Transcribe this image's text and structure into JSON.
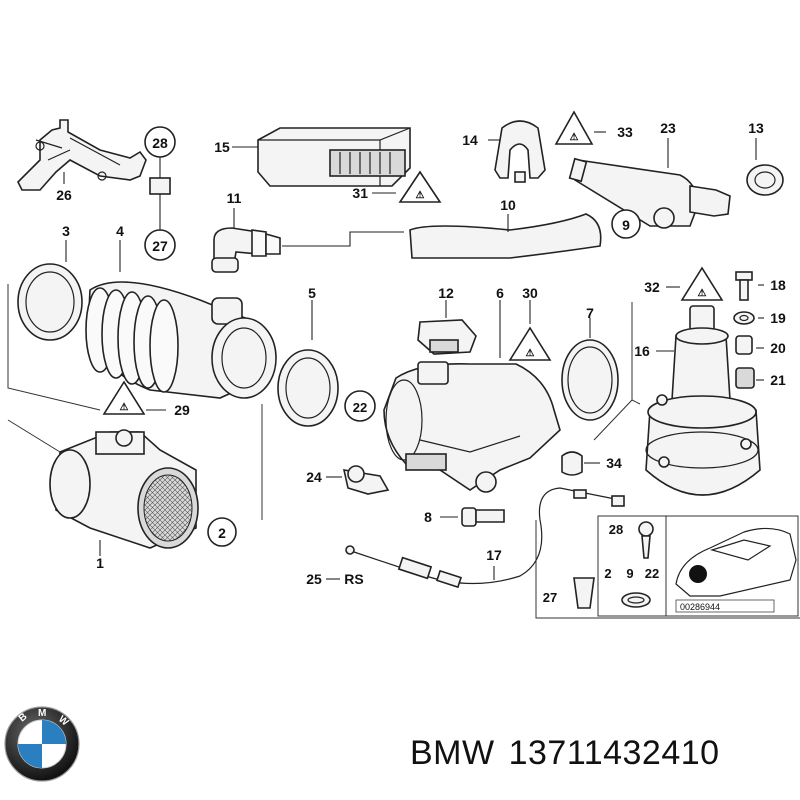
{
  "part_numbers": {
    "n1": "1",
    "n2": "2",
    "n3": "3",
    "n4": "4",
    "n5": "5",
    "n6": "6",
    "n7": "7",
    "n8": "8",
    "n9": "9",
    "n10": "10",
    "n11": "11",
    "n12": "12",
    "n13": "13",
    "n14": "14",
    "n15": "15",
    "n16": "16",
    "n17": "17",
    "n18": "18",
    "n19": "19",
    "n20": "20",
    "n21": "21",
    "n22": "22",
    "n23": "23",
    "n24": "24",
    "n25": "25",
    "n26": "26",
    "n27": "27",
    "n28": "28",
    "n29": "29",
    "n30": "30",
    "n31": "31",
    "n32": "32",
    "n33": "33",
    "n34": "34"
  },
  "labels": {
    "rs": "RS",
    "diagram_id": "00286944"
  },
  "brand": {
    "name": "BMW",
    "part_number": "13711432410",
    "logo_letters": [
      "B",
      "M",
      "W"
    ]
  },
  "colors": {
    "logo_blue": "#2a7fc1",
    "logo_ring": "#1a1a1a"
  }
}
